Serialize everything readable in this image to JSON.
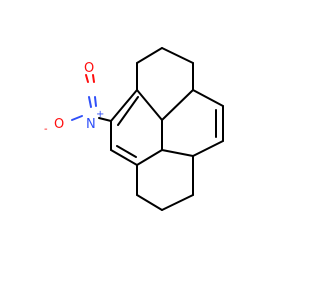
{
  "molecule": {
    "colors": {
      "bond": "#000000",
      "oxygen": "#ff0d0d",
      "nitrogen": "#3050f8",
      "background": "#ffffff"
    },
    "atoms": {
      "nitrogen_label": "N",
      "nitrogen_charge": "+",
      "oxygen_double_label": "O",
      "oxygen_single_label": "O",
      "oxygen_single_charge": "-"
    }
  }
}
